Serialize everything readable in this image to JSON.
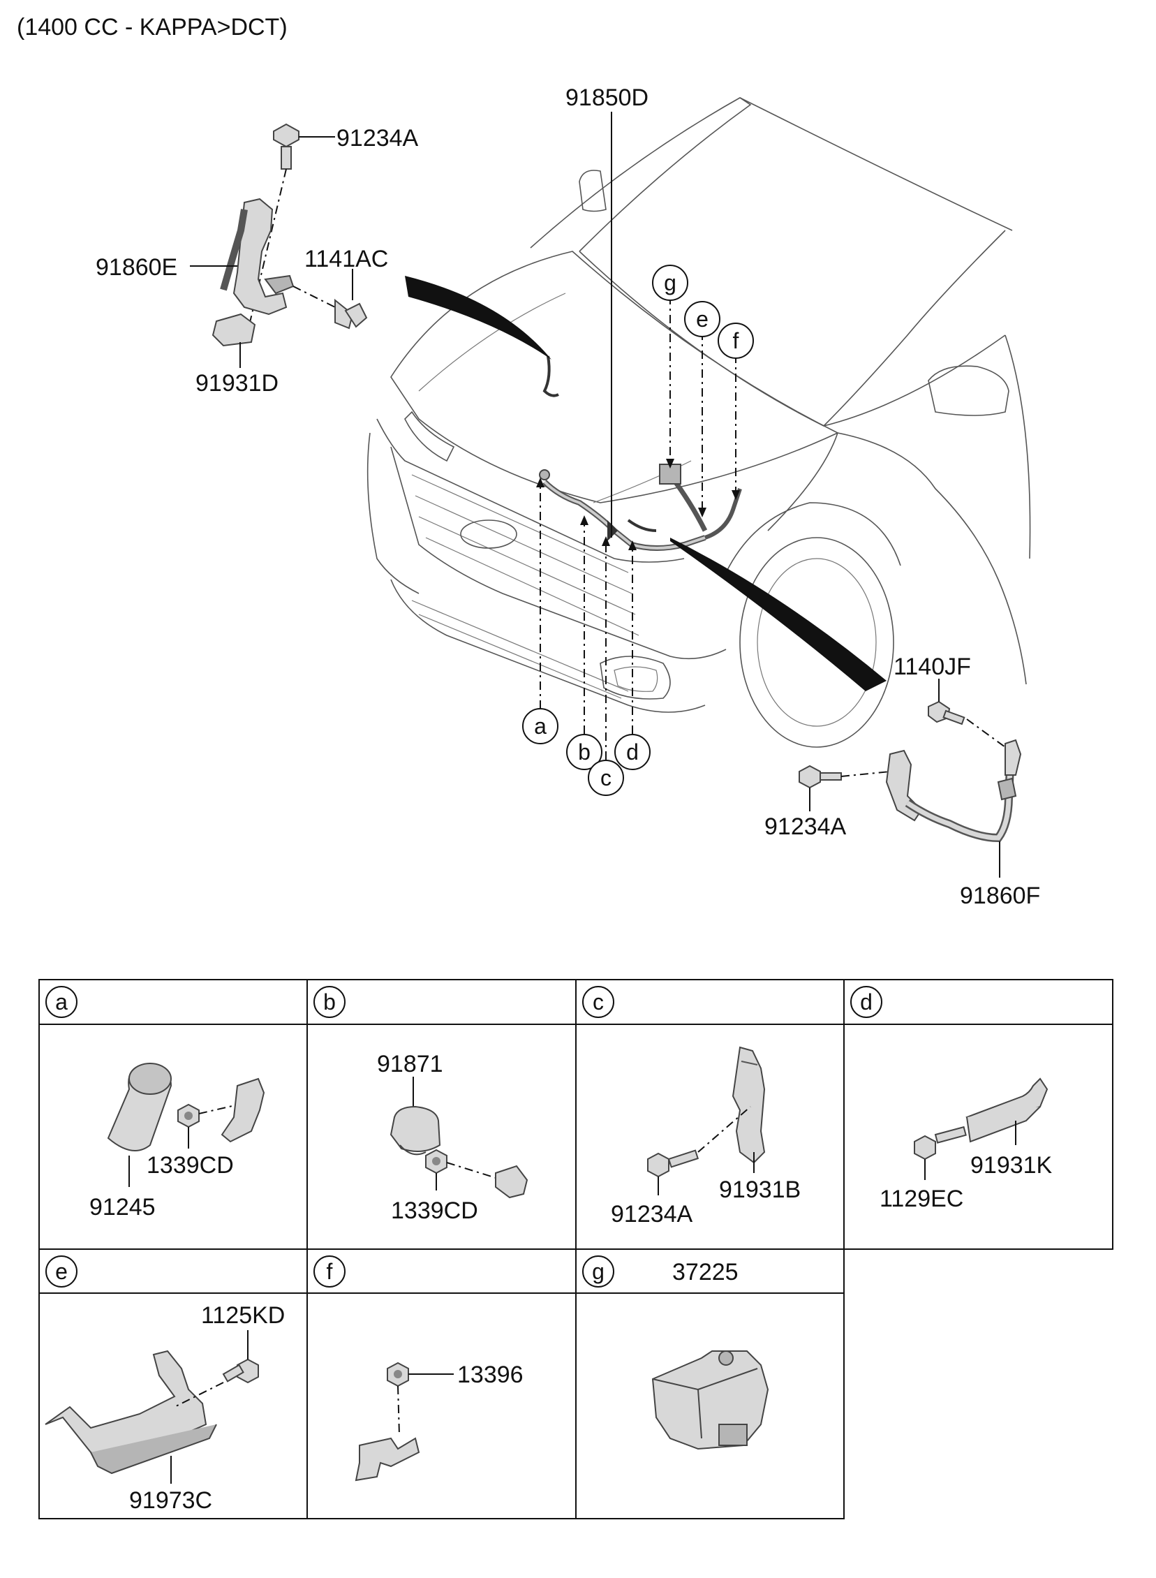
{
  "title": "(1400 CC - KAPPA>DCT)",
  "labels": {
    "p91850D": "91850D",
    "p91234A_top": "91234A",
    "p91860E": "91860E",
    "p1141AC": "1141AC",
    "p91931D": "91931D",
    "p1140JF": "1140JF",
    "p91234A_right": "91234A",
    "p91860F": "91860F"
  },
  "callouts": {
    "a": "a",
    "b": "b",
    "c": "c",
    "d": "d",
    "e": "e",
    "f": "f",
    "g": "g"
  },
  "table": {
    "cells": {
      "a": {
        "letter": "a",
        "parts": [
          "91245",
          "1339CD"
        ]
      },
      "b": {
        "letter": "b",
        "parts": [
          "91871",
          "1339CD"
        ]
      },
      "c": {
        "letter": "c",
        "parts": [
          "91234A",
          "91931B"
        ]
      },
      "d": {
        "letter": "d",
        "parts": [
          "1129EC",
          "91931K"
        ]
      },
      "e": {
        "letter": "e",
        "parts": [
          "1125KD",
          "91973C"
        ]
      },
      "f": {
        "letter": "f",
        "parts": [
          "13396"
        ]
      },
      "g": {
        "letter": "g",
        "header_part": "37225"
      }
    }
  }
}
